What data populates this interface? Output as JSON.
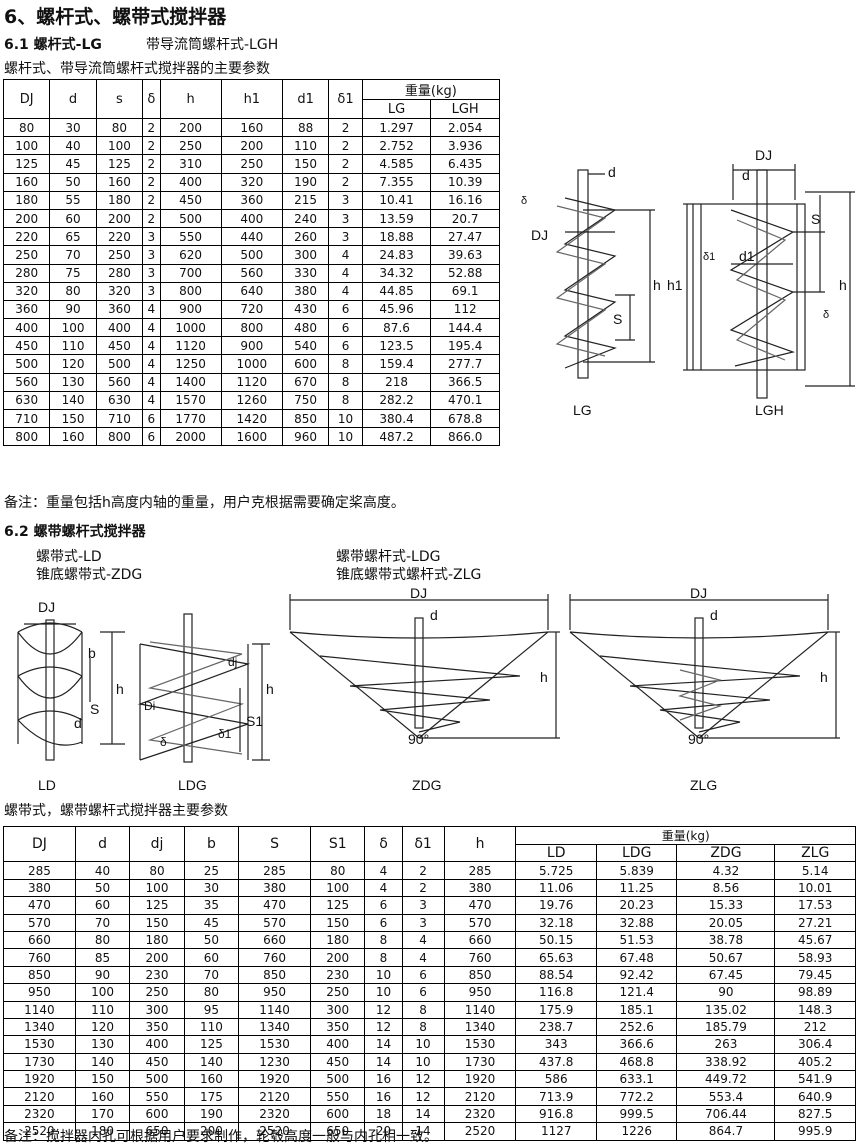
{
  "title": "6、螺杆式、螺带式搅拌器",
  "sec61": {
    "heading": "6.1 螺杆式-LG",
    "heading2": "带导流筒螺杆式-LGH",
    "caption": "螺杆式、带导流筒螺杆式搅拌器的主要参数",
    "table": {
      "headers": [
        "DJ",
        "d",
        "s",
        "δ",
        "h",
        "h1",
        "d1",
        "δ1"
      ],
      "weight_header": "重量(kg)",
      "weight_sub": [
        "LG",
        "LGH"
      ],
      "rows": [
        [
          "80",
          "30",
          "80",
          "2",
          "200",
          "160",
          "88",
          "2",
          "1.297",
          "2.054"
        ],
        [
          "100",
          "40",
          "100",
          "2",
          "250",
          "200",
          "110",
          "2",
          "2.752",
          "3.936"
        ],
        [
          "125",
          "45",
          "125",
          "2",
          "310",
          "250",
          "150",
          "2",
          "4.585",
          "6.435"
        ],
        [
          "160",
          "50",
          "160",
          "2",
          "400",
          "320",
          "190",
          "2",
          "7.355",
          "10.39"
        ],
        [
          "180",
          "55",
          "180",
          "2",
          "450",
          "360",
          "215",
          "3",
          "10.41",
          "16.16"
        ],
        [
          "200",
          "60",
          "200",
          "2",
          "500",
          "400",
          "240",
          "3",
          "13.59",
          "20.7"
        ],
        [
          "220",
          "65",
          "220",
          "3",
          "550",
          "440",
          "260",
          "3",
          "18.88",
          "27.47"
        ],
        [
          "250",
          "70",
          "250",
          "3",
          "620",
          "500",
          "300",
          "4",
          "24.83",
          "39.63"
        ],
        [
          "280",
          "75",
          "280",
          "3",
          "700",
          "560",
          "330",
          "4",
          "34.32",
          "52.88"
        ],
        [
          "320",
          "80",
          "320",
          "3",
          "800",
          "640",
          "380",
          "4",
          "44.85",
          "69.1"
        ],
        [
          "360",
          "90",
          "360",
          "4",
          "900",
          "720",
          "430",
          "6",
          "45.96",
          "112"
        ],
        [
          "400",
          "100",
          "400",
          "4",
          "1000",
          "800",
          "480",
          "6",
          "87.6",
          "144.4"
        ],
        [
          "450",
          "110",
          "450",
          "4",
          "1120",
          "900",
          "540",
          "6",
          "123.5",
          "195.4"
        ],
        [
          "500",
          "120",
          "500",
          "4",
          "1250",
          "1000",
          "600",
          "8",
          "159.4",
          "277.7"
        ],
        [
          "560",
          "130",
          "560",
          "4",
          "1400",
          "1120",
          "670",
          "8",
          "218",
          "366.5"
        ],
        [
          "630",
          "140",
          "630",
          "4",
          "1570",
          "1260",
          "750",
          "8",
          "282.2",
          "470.1"
        ],
        [
          "710",
          "150",
          "710",
          "6",
          "1770",
          "1420",
          "850",
          "10",
          "380.4",
          "678.8"
        ],
        [
          "800",
          "160",
          "800",
          "6",
          "2000",
          "1600",
          "960",
          "10",
          "487.2",
          "866.0"
        ]
      ]
    },
    "note": "备注：重量包括h高度内轴的重量，用户克根据需要确定桨高度。",
    "fig_lg": {
      "label": "LG",
      "d": "d",
      "dj": "DJ",
      "delta": "δ",
      "h": "h",
      "s": "S"
    },
    "fig_lgh": {
      "label": "LGH",
      "dj": "DJ",
      "d": "d",
      "s": "S",
      "h1": "h1",
      "d1": "d1",
      "delta1": "δ1",
      "h": "h",
      "delta": "δ"
    }
  },
  "sec62": {
    "heading": "6.2 螺带螺杆式搅拌器",
    "types": [
      "螺带式-LD",
      "锥底螺带式-ZDG",
      "螺带螺杆式-LDG",
      "锥底螺带式螺杆式-ZLG"
    ],
    "fig_ld": {
      "label": "LD",
      "dj": "DJ",
      "b": "b",
      "h": "h",
      "s": "S",
      "d": "d"
    },
    "fig_ldg": {
      "label": "LDG",
      "dj_small": "dj",
      "di": "Di",
      "h": "h",
      "s1": "S1",
      "delta": "δ",
      "delta1": "δ1"
    },
    "fig_zdg": {
      "label": "ZDG",
      "dj": "DJ",
      "d": "d",
      "h": "h",
      "angle": "90°"
    },
    "fig_zlg": {
      "label": "ZLG",
      "dj": "DJ",
      "d": "d",
      "h": "h",
      "angle": "90°"
    },
    "caption": "螺带式，螺带螺杆式搅拌器主要参数",
    "table": {
      "headers": [
        "DJ",
        "d",
        "dj",
        "b",
        "S",
        "S1",
        "δ",
        "δ1",
        "h"
      ],
      "weight_header": "重量(kg)",
      "weight_sub": [
        "LD",
        "LDG",
        "ZDG",
        "ZLG"
      ],
      "rows": [
        [
          "285",
          "40",
          "80",
          "25",
          "285",
          "80",
          "4",
          "2",
          "285",
          "5.725",
          "5.839",
          "4.32",
          "5.14"
        ],
        [
          "380",
          "50",
          "100",
          "30",
          "380",
          "100",
          "4",
          "2",
          "380",
          "11.06",
          "11.25",
          "8.56",
          "10.01"
        ],
        [
          "470",
          "60",
          "125",
          "35",
          "470",
          "125",
          "6",
          "3",
          "470",
          "19.76",
          "20.23",
          "15.33",
          "17.53"
        ],
        [
          "570",
          "70",
          "150",
          "45",
          "570",
          "150",
          "6",
          "3",
          "570",
          "32.18",
          "32.88",
          "20.05",
          "27.21"
        ],
        [
          "660",
          "80",
          "180",
          "50",
          "660",
          "180",
          "8",
          "4",
          "660",
          "50.15",
          "51.53",
          "38.78",
          "45.67"
        ],
        [
          "760",
          "85",
          "200",
          "60",
          "760",
          "200",
          "8",
          "4",
          "760",
          "65.63",
          "67.48",
          "50.67",
          "58.93"
        ],
        [
          "850",
          "90",
          "230",
          "70",
          "850",
          "230",
          "10",
          "6",
          "850",
          "88.54",
          "92.42",
          "67.45",
          "79.45"
        ],
        [
          "950",
          "100",
          "250",
          "80",
          "950",
          "250",
          "10",
          "6",
          "950",
          "116.8",
          "121.4",
          "90",
          "98.89"
        ],
        [
          "1140",
          "110",
          "300",
          "95",
          "1140",
          "300",
          "12",
          "8",
          "1140",
          "175.9",
          "185.1",
          "135.02",
          "148.3"
        ],
        [
          "1340",
          "120",
          "350",
          "110",
          "1340",
          "350",
          "12",
          "8",
          "1340",
          "238.7",
          "252.6",
          "185.79",
          "212"
        ],
        [
          "1530",
          "130",
          "400",
          "125",
          "1530",
          "400",
          "14",
          "10",
          "1530",
          "343",
          "366.6",
          "263",
          "306.4"
        ],
        [
          "1730",
          "140",
          "450",
          "140",
          "1230",
          "450",
          "14",
          "10",
          "1730",
          "437.8",
          "468.8",
          "338.92",
          "405.2"
        ],
        [
          "1920",
          "150",
          "500",
          "160",
          "1920",
          "500",
          "16",
          "12",
          "1920",
          "586",
          "633.1",
          "449.72",
          "541.9"
        ],
        [
          "2120",
          "160",
          "550",
          "175",
          "2120",
          "550",
          "16",
          "12",
          "2120",
          "713.9",
          "772.2",
          "553.4",
          "640.9"
        ],
        [
          "2320",
          "170",
          "600",
          "190",
          "2320",
          "600",
          "18",
          "14",
          "2320",
          "916.8",
          "999.5",
          "706.44",
          "827.5"
        ],
        [
          "2520",
          "180",
          "650",
          "200",
          "2520",
          "650",
          "20",
          "14",
          "2520",
          "1127",
          "1226",
          "864.7",
          "995.9"
        ]
      ]
    },
    "note": "备注：搅拌器内孔可根据用户要求制作，轮毂高度一般与内孔相一致。"
  }
}
